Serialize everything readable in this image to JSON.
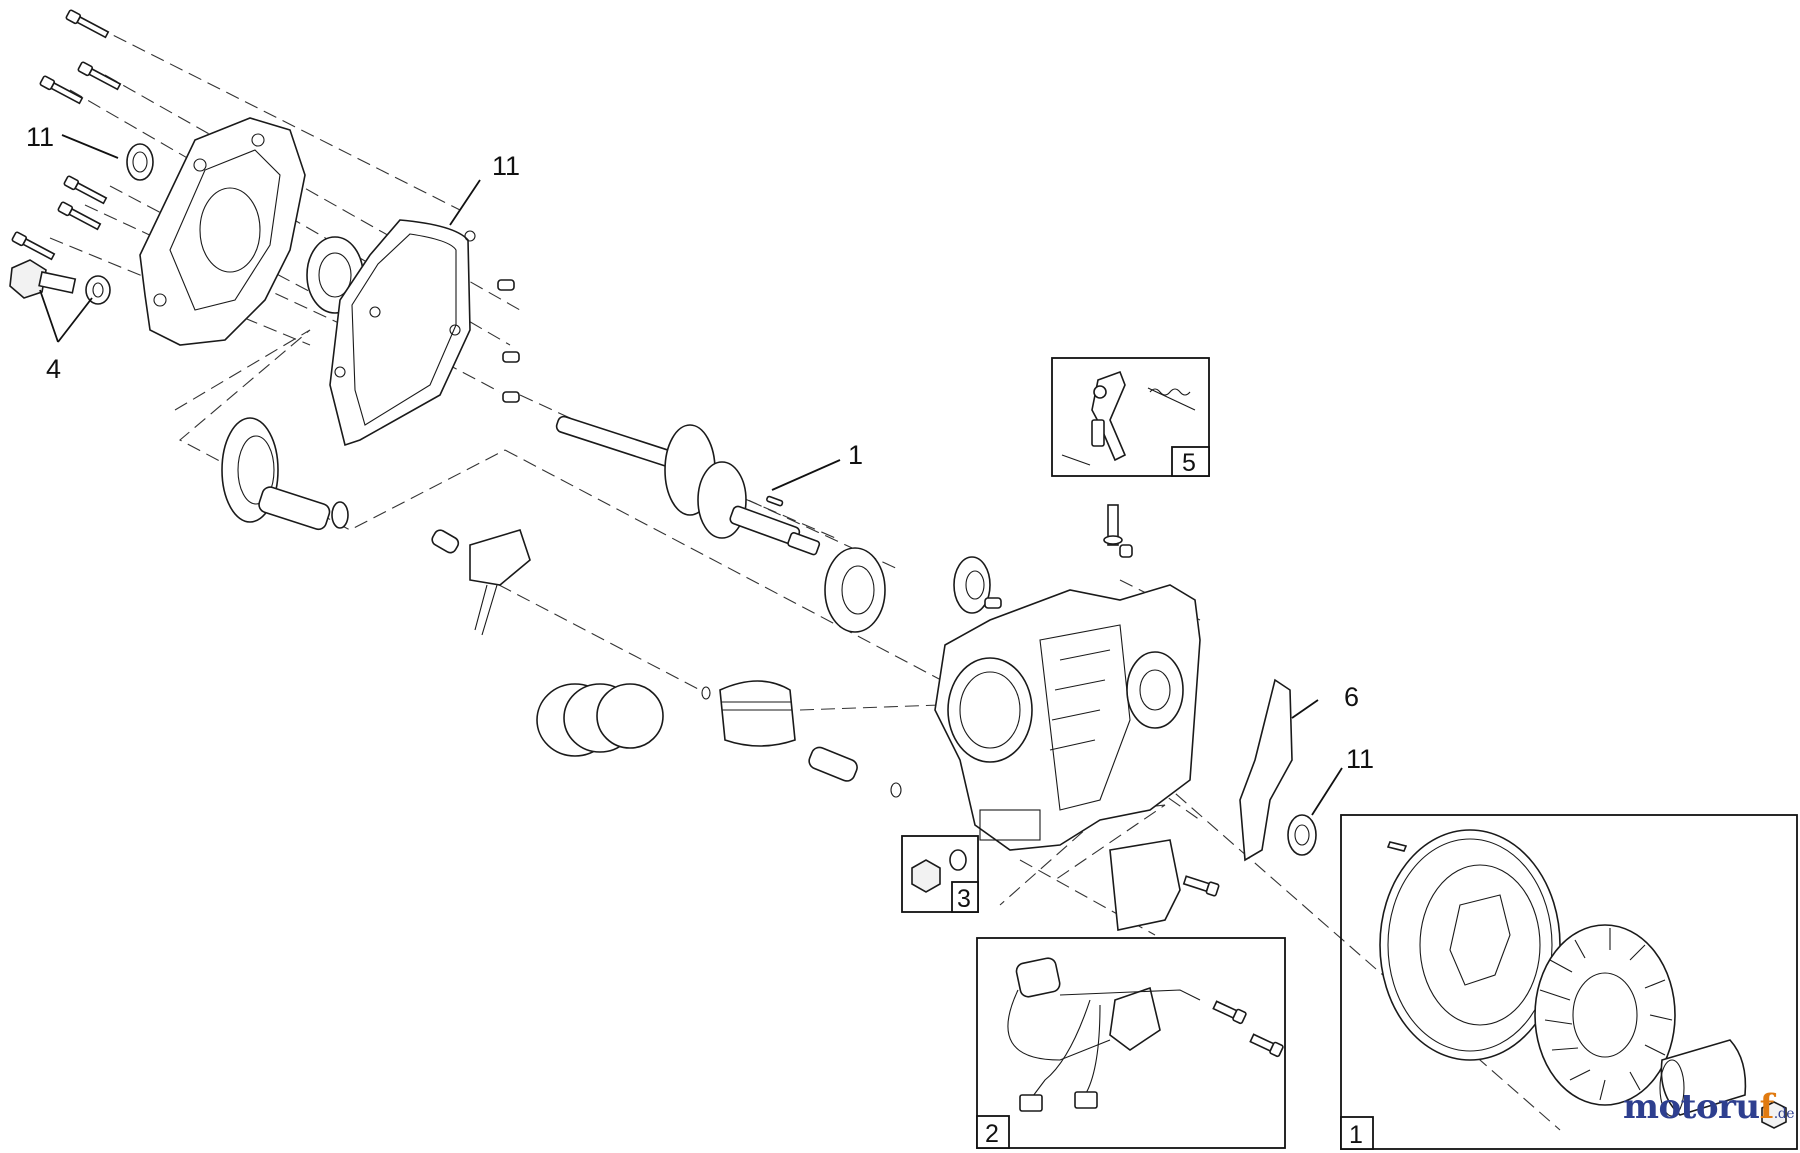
{
  "diagram": {
    "callouts": [
      {
        "id": "c11a",
        "label": "11"
      },
      {
        "id": "c11b",
        "label": "11"
      },
      {
        "id": "c4",
        "label": "4"
      },
      {
        "id": "c1",
        "label": "1"
      },
      {
        "id": "c6",
        "label": "6"
      },
      {
        "id": "c11c",
        "label": "11"
      }
    ],
    "kits": [
      {
        "id": "k5",
        "label": "5"
      },
      {
        "id": "k3",
        "label": "3"
      },
      {
        "id": "k2",
        "label": "2"
      },
      {
        "id": "k1",
        "label": "1"
      }
    ]
  },
  "watermark": {
    "prefix": "motoru",
    "highlight": "f",
    "tld": ".de"
  }
}
